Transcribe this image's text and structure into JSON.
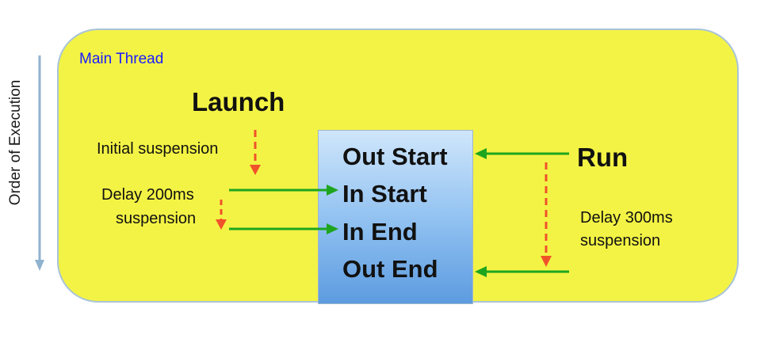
{
  "panel": {
    "title": "Main Thread"
  },
  "axis": {
    "label": "Order of Execution"
  },
  "box_steps": [
    "Out Start",
    "In Start",
    "In End",
    "Out End"
  ],
  "launch": {
    "label": "Launch",
    "initial_note": "Initial suspension",
    "delay_note_line1": "Delay 200ms",
    "delay_note_line2": "suspension"
  },
  "run": {
    "label": "Run",
    "delay_note_line1": "Delay 300ms",
    "delay_note_line2": "suspension"
  },
  "colors": {
    "panel_fill": "#f3f345",
    "panel_border": "#a9c4d8",
    "title_text": "#1a1aff",
    "flow_arrow": "#1ea51e",
    "suspension_arrow": "#f0522a",
    "order_arrow": "#8fb2cf"
  }
}
